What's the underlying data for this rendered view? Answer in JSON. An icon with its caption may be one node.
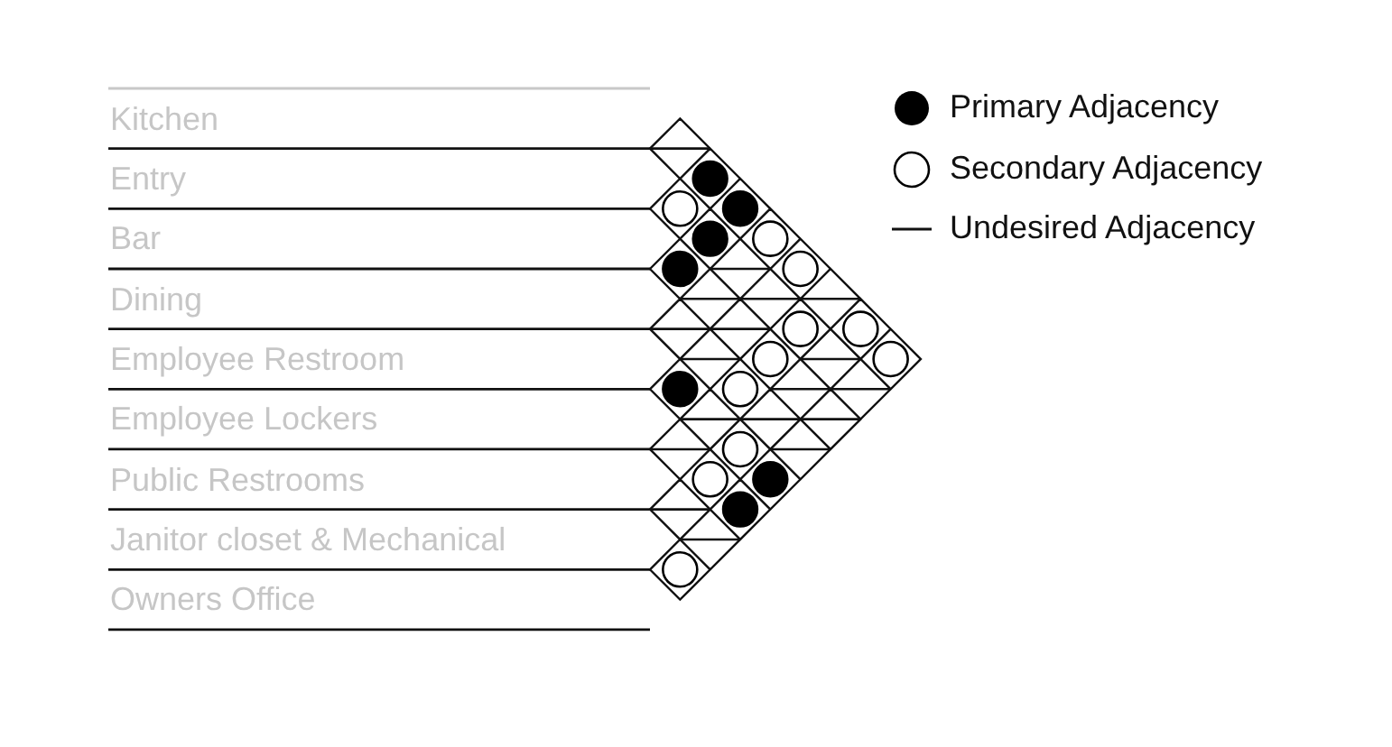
{
  "diagram": {
    "labels": [
      "Kitchen",
      "Entry",
      "Bar",
      "Dining",
      "Employee Restroom",
      "Employee Lockers",
      "Public Restrooms",
      "Janitor closet & Mechanical",
      "Owners Office"
    ],
    "legend": [
      {
        "text": "Primary Adjacency"
      },
      {
        "text": "Secondary Adjacency"
      },
      {
        "text": "Undesired Adjacency"
      }
    ]
  }
}
